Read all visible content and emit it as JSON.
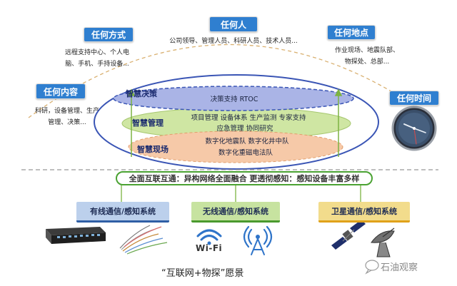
{
  "dimensions": {
    "any_way": "任何方式",
    "any_person": "任何人",
    "any_place": "任何地点",
    "any_content": "任何内容",
    "any_time": "任何时间"
  },
  "descriptions": {
    "any_way": [
      "远程支持中心、个人电",
      "脑、手机、手持设备..."
    ],
    "any_person": [
      "公司领导、管理人员、科研人员、技术人员..."
    ],
    "any_place": [
      "作业现场、地震队部、",
      "物探处、总部..."
    ],
    "any_content": [
      "科研，设备管理、生产",
      "管理、决策..."
    ]
  },
  "layers": {
    "decision": {
      "label": "智慧决策",
      "text": "决策支持 RTOC"
    },
    "management": {
      "label": "智慧管理",
      "line1": "项目管理 设备体系 生产监测 专家支持",
      "line2": "应急管理  协同研究"
    },
    "field": {
      "label": "智慧现场",
      "line1": "数字化地震队  数字化井中队",
      "line2": "数字化重磁电法队"
    }
  },
  "banner": "全面互联互通：异构网络全面融合  更透彻感知：感知设备丰富多样",
  "systems": {
    "wired": "有线通信/感知系统",
    "wireless": "无线通信/感知系统",
    "satellite": "卫星通信/感知系统"
  },
  "wifi_text": "Wi-Fi",
  "caption": "“互联网+物探”愿景",
  "watermark": "石油观察",
  "colors": {
    "box_blue": "#2f7fd0",
    "decision_fill": "#aab4e6",
    "management_fill": "#cfe6a3",
    "field_fill": "#f6c9a8",
    "banner_border": "#4aa232",
    "wired_fill": "#bcd0ec",
    "wireless_fill": "#c7e3a0",
    "satellite_fill": "#f2dc8c"
  }
}
